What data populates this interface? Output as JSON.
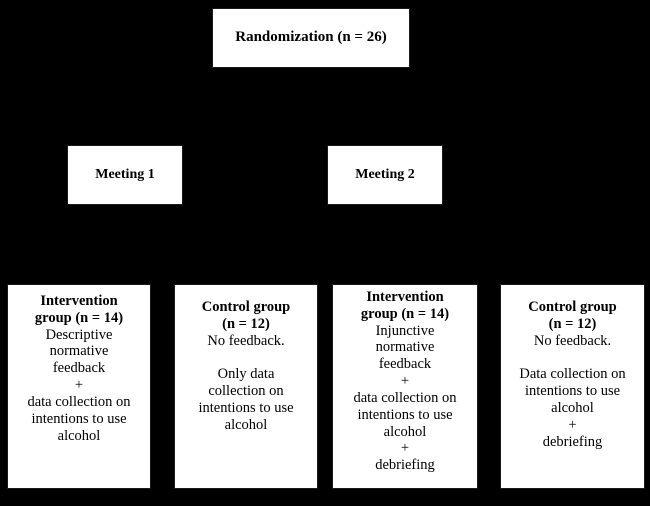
{
  "figure": {
    "type": "flowchart",
    "background_color": "#000000",
    "node_fill_color": "#ffffff",
    "node_text_color": "#000000"
  },
  "nodes": {
    "randomization": {
      "label": "Randomization (n = 26)"
    },
    "meeting_1": {
      "label": "Meeting 1"
    },
    "meeting_2": {
      "label": "Meeting 2"
    },
    "arm_1": {
      "head": "Intervention\ngroup (n = 14)",
      "body": "Descriptive\nnormative\nfeedback\n+\ndata collection on\nintentions to use\nalcohol"
    },
    "arm_2": {
      "head": "Control group\n(n = 12)",
      "body": "No feedback.\n\nOnly data\ncollection on\nintentions to use\nalcohol"
    },
    "arm_3": {
      "head": "Intervention\ngroup (n = 14)",
      "body": "Injunctive\nnormative\nfeedback\n+\ndata collection on\nintentions to use\nalcohol\n+\ndebriefing"
    },
    "arm_4": {
      "head": "Control group\n(n = 12)",
      "body": "No feedback.\n\nData collection on\nintentions to use\nalcohol\n+\ndebriefing"
    }
  }
}
